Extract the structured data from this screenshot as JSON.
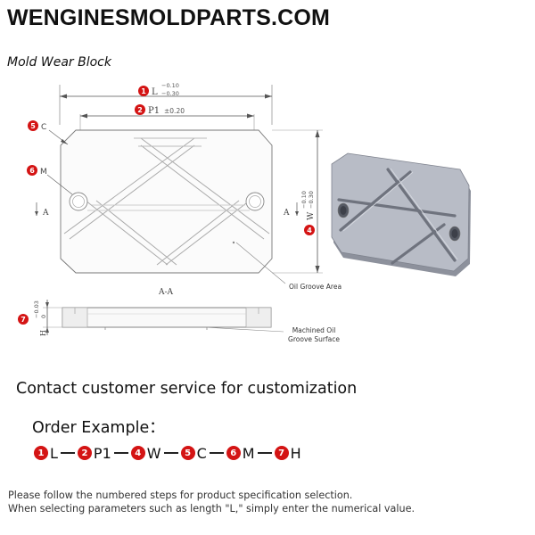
{
  "header": {
    "site": "WENGINESMOLDPARTS.COM",
    "product": "Mold Wear Block"
  },
  "drawing": {
    "dim_L": "L",
    "dim_L_tol_top": "−0.10",
    "dim_L_tol_bottom": "−0.30",
    "dim_P1": "P1",
    "dim_P1_tol": "±0.20",
    "dim_C": "C",
    "dim_M": "M",
    "dim_W": "W",
    "dim_W_tol_top": "−0.10",
    "dim_W_tol_bottom": "−0.30",
    "dim_H": "H",
    "dim_H_tol_top": "−0.03",
    "dim_H_tol_bottom": "0",
    "section_mark_left": "A",
    "section_mark_right": "A",
    "section_title": "A-A",
    "oil_groove_area": "Oil Groove Area",
    "machined_line1": "Machined Oil",
    "machined_line2": "Groove Surface",
    "bubble_L": "1",
    "bubble_P1": "2",
    "bubble_W": "4",
    "bubble_C": "5",
    "bubble_M": "6",
    "bubble_H": "7"
  },
  "contact": "Contact customer service for customization",
  "order": {
    "label": "Order Example：",
    "items": [
      {
        "num": "1",
        "code": "L"
      },
      {
        "num": "2",
        "code": "P1"
      },
      {
        "num": "4",
        "code": "W"
      },
      {
        "num": "5",
        "code": "C"
      },
      {
        "num": "6",
        "code": "M"
      },
      {
        "num": "7",
        "code": "H"
      }
    ]
  },
  "notes": {
    "line1": "Please follow the numbered steps for product specification selection.",
    "line2": "When selecting parameters such as length \"L,\" simply enter the numerical value."
  },
  "colors": {
    "badge": "#d41414",
    "line": "#555555",
    "block_face": "#b8bcc6",
    "block_side": "#8d919c"
  }
}
